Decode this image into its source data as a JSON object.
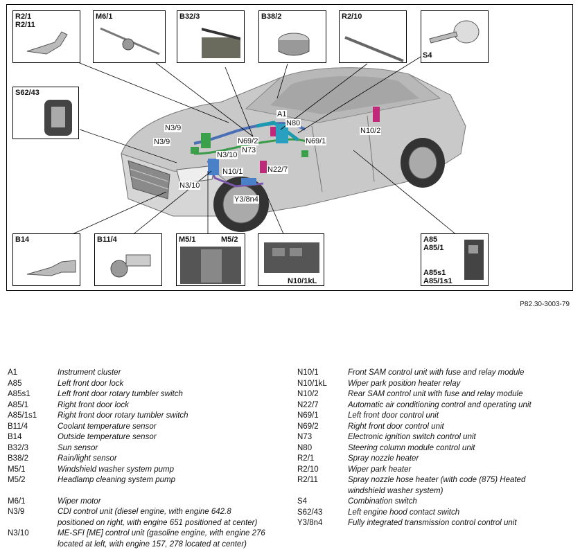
{
  "reference": "P82.30-3003-79",
  "insets": {
    "r2": "R2/1\nR2/11",
    "m61": "M6/1",
    "b323": "B32/3",
    "b382": "B38/2",
    "r210": "R2/10",
    "s4": "S4",
    "s6243": "S62/43",
    "b14": "B14",
    "b114": "B11/4",
    "m51": "M5/1",
    "m52": "M5/2",
    "n101kl": "N10/1kL",
    "a85_top": "A85\nA85/1",
    "a85_bottom": "A85s1\nA85/1s1"
  },
  "callouts": {
    "a1": "A1",
    "n80": "N80",
    "n39a": "N3/9",
    "n39b": "N3/9",
    "n692": "N69/2",
    "n102": "N10/2",
    "n310a": "N3/10",
    "n73": "N73",
    "n691": "N69/1",
    "n101": "N10/1",
    "n227": "N22/7",
    "n310b": "N3/10",
    "y38n4": "Y3/8n4"
  },
  "legend_left": [
    {
      "code": "A1",
      "desc": "Instrument cluster"
    },
    {
      "code": "A85",
      "desc": "Left front door lock"
    },
    {
      "code": "A85s1",
      "desc": "Left front door rotary tumbler switch"
    },
    {
      "code": "A85/1",
      "desc": "Right front door lock"
    },
    {
      "code": "A85/1s1",
      "desc": "Right front door rotary tumbler switch"
    },
    {
      "code": "B11/4",
      "desc": "Coolant temperature sensor"
    },
    {
      "code": "B14",
      "desc": "Outside temperature sensor"
    },
    {
      "code": "B32/3",
      "desc": "Sun sensor"
    },
    {
      "code": "B38/2",
      "desc": "Rain/light sensor"
    },
    {
      "code": "M5/1",
      "desc": "Windshield washer system pump"
    },
    {
      "code": "M5/2",
      "desc": "Headlamp cleaning system pump"
    },
    {
      "code": "M6/1",
      "desc": "Wiper motor"
    },
    {
      "code": "N3/9",
      "desc": "CDI control unit (diesel engine, with engine 642.8",
      "desc2": "positioned on right, with engine 651 positioned at center)"
    },
    {
      "code": "N3/10",
      "desc": "ME-SFI [ME] control unit (gasoline engine, with engine 276",
      "desc2": "located at left, with engine 157, 278 located at center)"
    }
  ],
  "legend_right": [
    {
      "code": "N10/1",
      "desc": "Front SAM control unit with fuse and relay module"
    },
    {
      "code": "N10/1kL",
      "desc": "Wiper park position heater relay"
    },
    {
      "code": "N10/2",
      "desc": "Rear SAM control unit with fuse and relay module"
    },
    {
      "code": "N22/7",
      "desc": "Automatic air conditioning control and operating unit"
    },
    {
      "code": "N69/1",
      "desc": "Left front door control unit"
    },
    {
      "code": "N69/2",
      "desc": "Right front door control unit"
    },
    {
      "code": "N73",
      "desc": "Electronic ignition switch control unit"
    },
    {
      "code": "N80",
      "desc": "Steering column module control unit"
    },
    {
      "code": "R2/1",
      "desc": "Spray nozzle heater"
    },
    {
      "code": "R2/10",
      "desc": "Wiper park heater"
    },
    {
      "code": "R2/11",
      "desc": "Spray nozzle hose heater (with code (875) Heated",
      "desc2": "windshield washer system)"
    },
    {
      "code": "S4",
      "desc": "Combination switch"
    },
    {
      "code": "S62/43",
      "desc": "Left engine hood contact switch"
    },
    {
      "code": "Y3/8n4",
      "desc": "Fully integrated transmission control control unit"
    }
  ]
}
